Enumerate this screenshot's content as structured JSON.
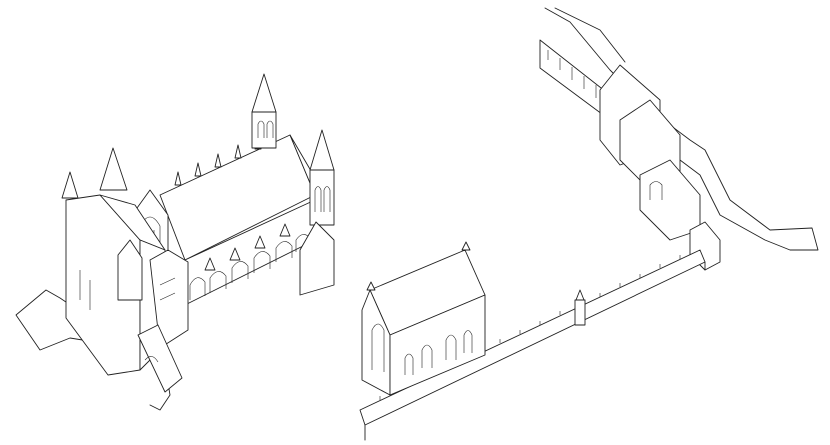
{
  "figure": {
    "style": "isometric line drawing",
    "line_color": "#222222",
    "background": "#ffffff"
  },
  "left_group": {
    "description_items": [
      "great-hall",
      "gatehouse",
      "spire-towers",
      "arcade",
      "entrance-bridge"
    ]
  },
  "right_group": {
    "description_items": [
      "chapel",
      "crenellated-wall",
      "corner-turret",
      "gate-buildings",
      "river-channel"
    ]
  }
}
